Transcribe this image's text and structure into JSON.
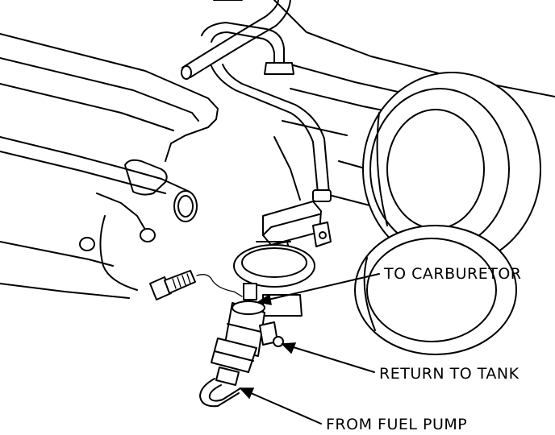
{
  "labels": {
    "to_carburetor": "TO CARBURETOR",
    "return_to_tank": "RETURN TO TANK",
    "from_fuel_pump": "FROM FUEL PUMP"
  },
  "colors": {
    "line": "#000000",
    "background": "#ffffff"
  }
}
